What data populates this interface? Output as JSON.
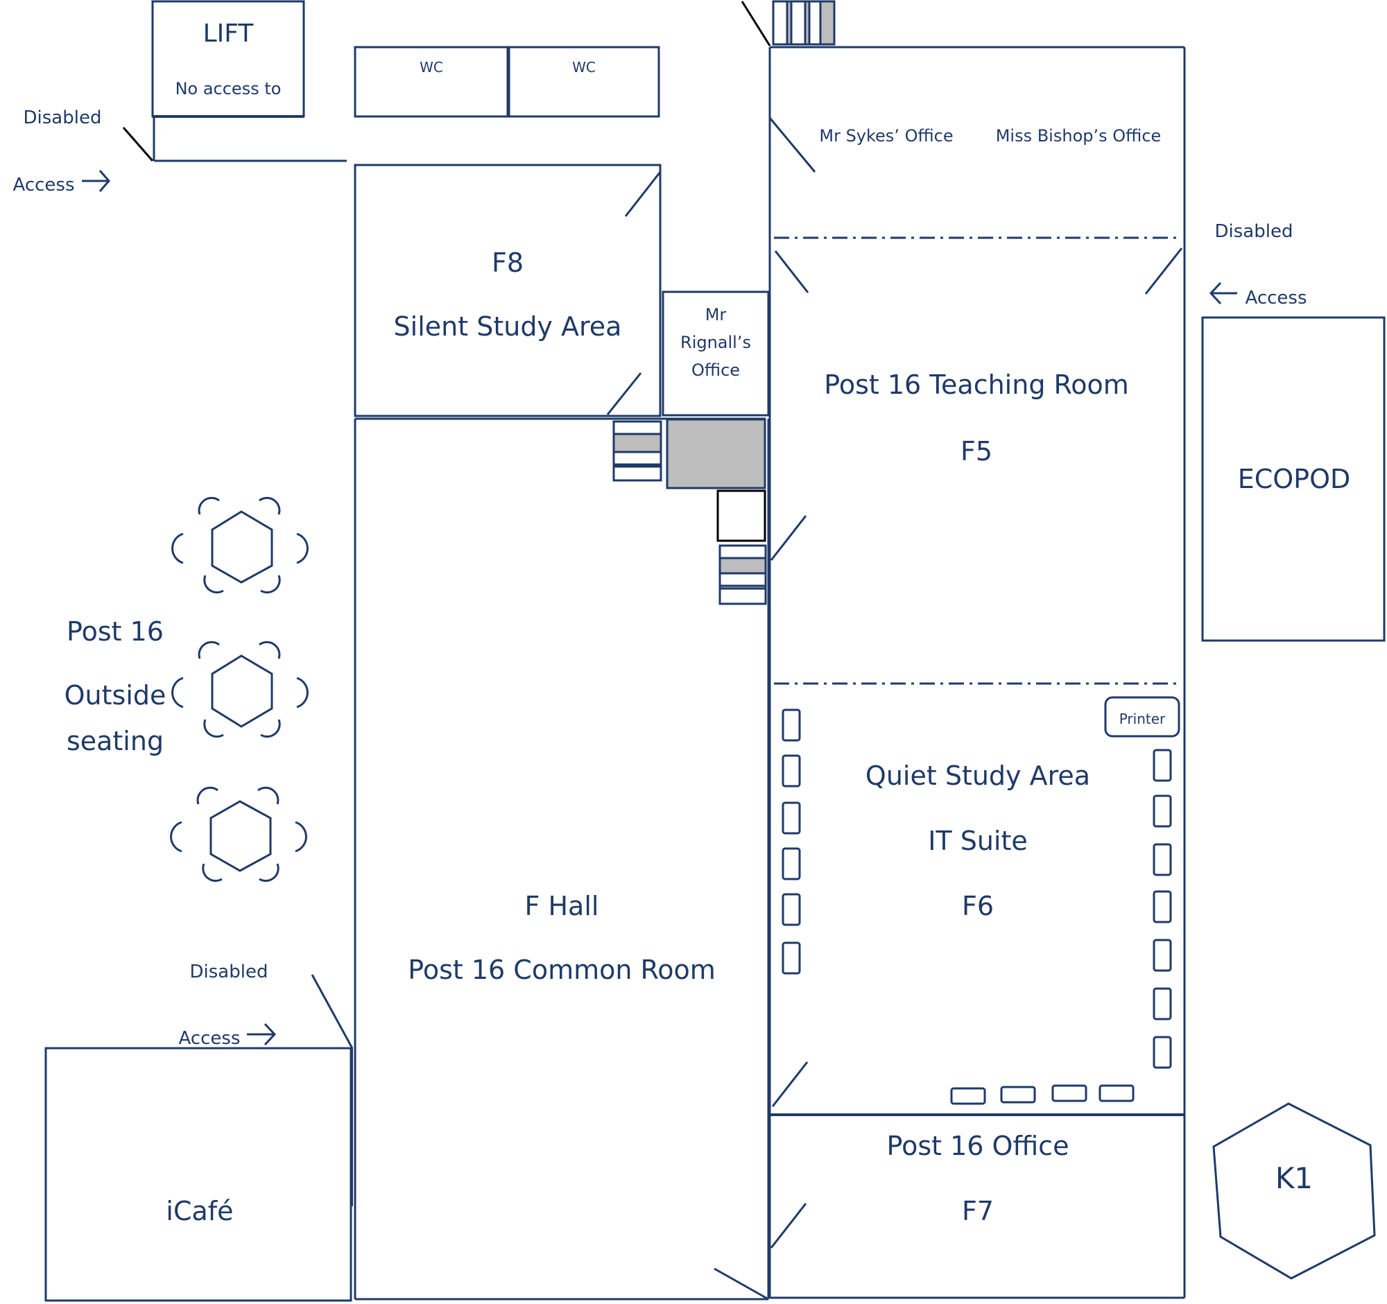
{
  "labels": {
    "lift": "LIFT",
    "lift_note": "No access to",
    "wc1": "WC",
    "wc2": "WC",
    "disabled_tl": "Disabled",
    "access_tl": "Access",
    "f8_code": "F8",
    "f8_name": "Silent Study Area",
    "rignall_1": "Mr",
    "rignall_2": "Rignall’s",
    "rignall_3": "Office",
    "sykes": "Mr Sykes’ Office",
    "bishop": "Miss Bishop’s Office",
    "disabled_r": "Disabled",
    "access_r": "Access",
    "f5_name": "Post 16 Teaching Room",
    "f5_code": "F5",
    "ecopod": "ECOPOD",
    "outside_1": "Post 16",
    "outside_2": "Outside",
    "outside_3": "seating",
    "printer": "Printer",
    "f6_name1": "Quiet Study Area",
    "f6_name2": "IT Suite",
    "f6_code": "F6",
    "fhall_1": "F Hall",
    "fhall_2": "Post 16 Common Room",
    "disabled_bl": "Disabled",
    "access_bl": "Access",
    "icafe": "iCafé",
    "f7_name": "Post 16 Office",
    "f7_code": "F7",
    "k1": "K1"
  },
  "colors": {
    "line": "#1f3a68",
    "stair_fill": "#bdbdbd"
  },
  "icons": [
    "arrow-right-icon",
    "arrow-left-icon",
    "hexagon-table-icon",
    "chair-icon"
  ]
}
